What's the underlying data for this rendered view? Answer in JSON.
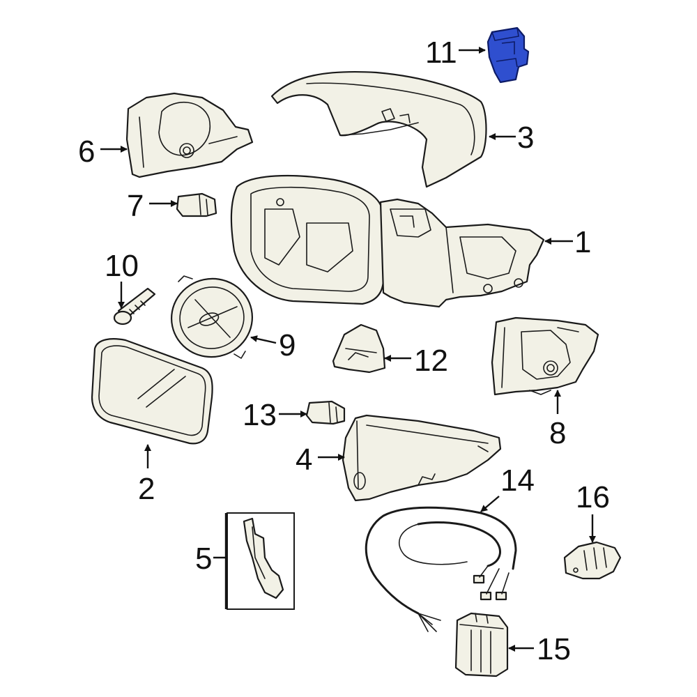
{
  "diagram": {
    "callouts": {
      "c1": "1",
      "c2": "2",
      "c3": "3",
      "c4": "4",
      "c5": "5",
      "c6": "6",
      "c7": "7",
      "c8": "8",
      "c9": "9",
      "c10": "10",
      "c11": "11",
      "c12": "12",
      "c13": "13",
      "c14": "14",
      "c15": "15",
      "c16": "16"
    },
    "highlighted_part": "11",
    "colors": {
      "highlight": "#2f4fcf",
      "line": "#1a1a1a",
      "part_fill": "#f2f1e6",
      "background": "#ffffff"
    }
  }
}
